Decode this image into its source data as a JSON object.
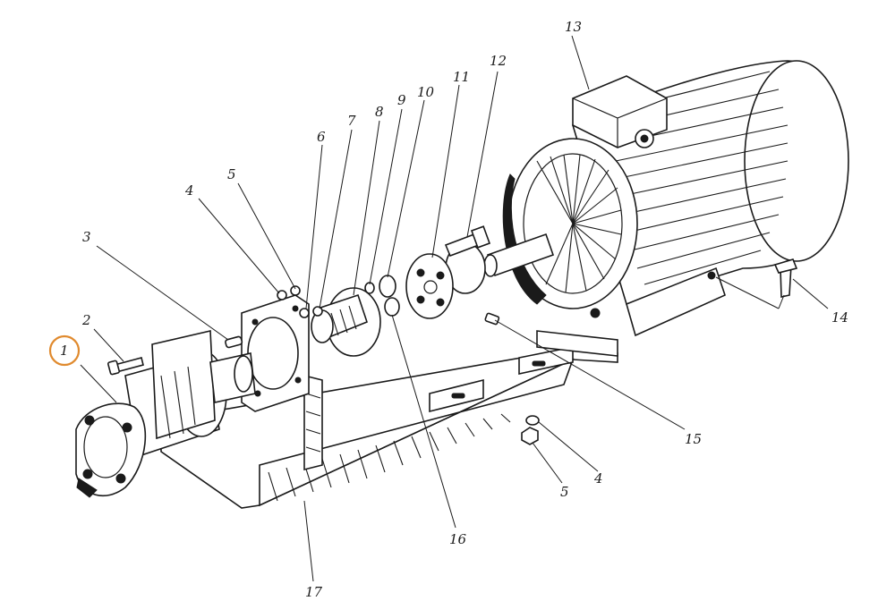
{
  "diagram": {
    "highlight_color": "#e08a2e",
    "ink_color": "#1a1a1a",
    "callouts": [
      {
        "id": "c1",
        "label": "1",
        "highlighted": true
      },
      {
        "id": "c2",
        "label": "2"
      },
      {
        "id": "c3",
        "label": "3"
      },
      {
        "id": "c4a",
        "label": "4"
      },
      {
        "id": "c5a",
        "label": "5"
      },
      {
        "id": "c6",
        "label": "6"
      },
      {
        "id": "c7",
        "label": "7"
      },
      {
        "id": "c8",
        "label": "8"
      },
      {
        "id": "c9",
        "label": "9"
      },
      {
        "id": "c10",
        "label": "10"
      },
      {
        "id": "c11",
        "label": "11"
      },
      {
        "id": "c12",
        "label": "12"
      },
      {
        "id": "c13",
        "label": "13"
      },
      {
        "id": "c14",
        "label": "14"
      },
      {
        "id": "c15",
        "label": "15"
      },
      {
        "id": "c4b",
        "label": "4"
      },
      {
        "id": "c5b",
        "label": "5"
      },
      {
        "id": "c16",
        "label": "16"
      },
      {
        "id": "c17",
        "label": "17"
      }
    ]
  }
}
